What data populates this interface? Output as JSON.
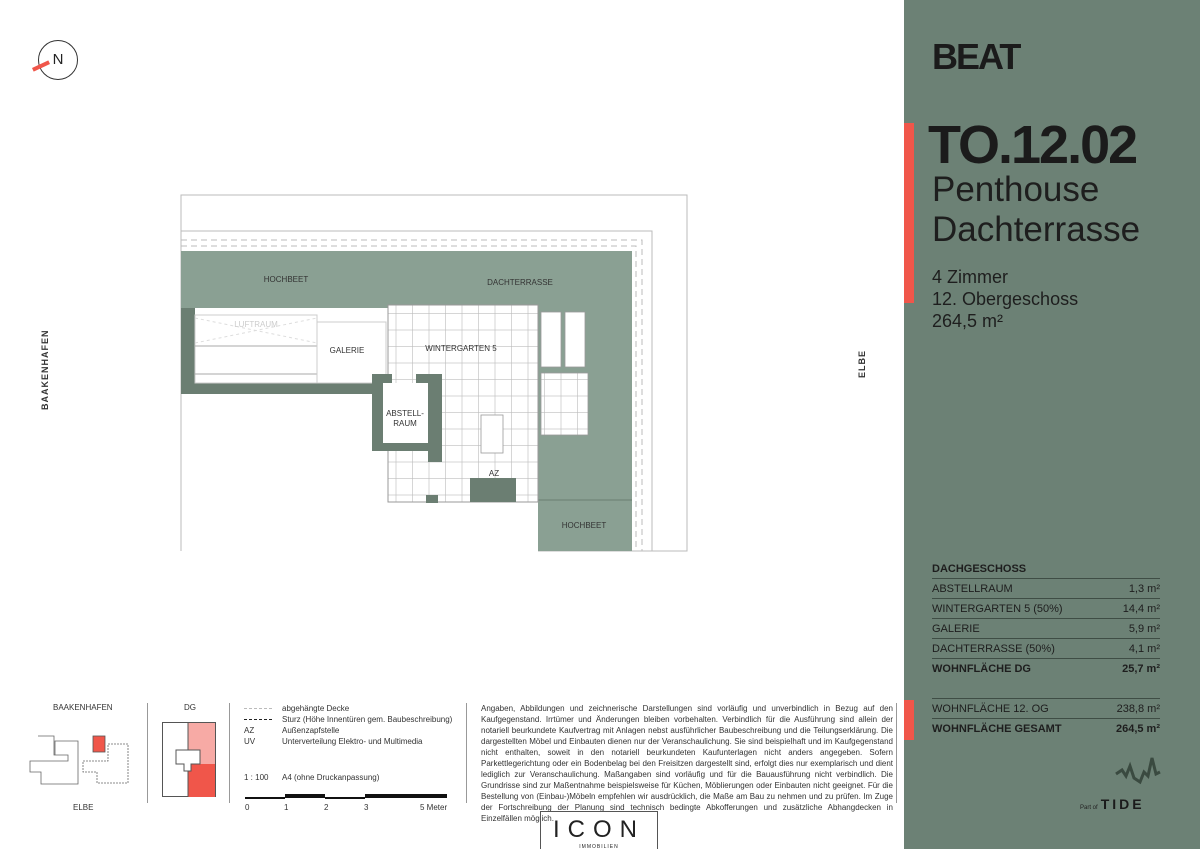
{
  "compass": {
    "label": "N"
  },
  "sides": {
    "left": "BAAKENHAFEN",
    "right": "ELBE"
  },
  "plan": {
    "rooms": {
      "hochbeet_top": "HOCHBEET",
      "dachterrasse": "DACHTERRASSE",
      "luftraum": "LUFTRAUM",
      "galerie": "GALERIE",
      "wintergarten": "WINTERGARTEN 5",
      "abstell_1": "ABSTELL-",
      "abstell_2": "RAUM",
      "az": "AZ",
      "hochbeet_bottom": "HOCHBEET"
    }
  },
  "panel": {
    "brand": "BEAT",
    "unit": "TO.12.02",
    "subtitle_1": "Penthouse",
    "subtitle_2": "Dachterrasse",
    "rooms_count": "4 Zimmer",
    "floor": "12. Obergeschoss",
    "area": "264,5 m²",
    "table": {
      "header": "DACHGESCHOSS",
      "rows": [
        {
          "label": "ABSTELLRAUM",
          "value": "1,3 m²"
        },
        {
          "label": "WINTERGARTEN 5 (50%)",
          "value": "14,4 m²"
        },
        {
          "label": "GALERIE",
          "value": "5,9 m²"
        },
        {
          "label": "DACHTERRASSE (50%)",
          "value": "4,1 m²"
        }
      ],
      "subtotal": {
        "label": "WOHNFLÄCHE DG",
        "value": "25,7 m²"
      },
      "floor_row": {
        "label": "WOHNFLÄCHE 12. OG",
        "value": "238,8 m²"
      },
      "total": {
        "label": "WOHNFLÄCHE GESAMT",
        "value": "264,5 m²"
      }
    },
    "partner": {
      "prefix": "Part of",
      "name": "TIDE"
    }
  },
  "keyplan": {
    "top": "BAAKENHAFEN",
    "bottom": "ELBE",
    "floor": "DG"
  },
  "legend": [
    {
      "key": "",
      "text": "abgehängte Decke"
    },
    {
      "key": "",
      "text": "Sturz (Höhe Innentüren gem. Baubeschreibung)"
    },
    {
      "key": "AZ",
      "text": "Außenzapfstelle"
    },
    {
      "key": "UV",
      "text": "Unterverteilung Elektro- und Multimedia"
    }
  ],
  "scale": {
    "ratio": "1 : 100",
    "paper": "A4 (ohne Druckanpassung)",
    "ticks": [
      "0",
      "1",
      "2",
      "3",
      "5 Meter"
    ]
  },
  "disclaimer": "Angaben, Abbildungen und zeichnerische Darstellungen sind vorläufig und unverbindlich in Bezug auf den Kaufgegenstand. Irrtümer und Änderungen bleiben vorbehalten. Verbindlich für die Ausführung sind allein der notariell beurkundete Kaufvertrag mit Anlagen nebst ausführlicher Baubeschreibung und die Teilungserklärung. Die dargestellten Möbel und Einbauten dienen nur der Veranschaulichung. Sie sind beispielhaft und im Kaufgegenstand nicht enthalten, soweit in den notariell beurkundeten Kaufunterlagen nicht anders angegeben. Sofern Parkettlegerichtung oder ein Bodenbelag bei den Freisitzen dargestellt sind, erfolgt dies nur exemplarisch und dient lediglich zur Veranschaulichung. Maßangaben sind vorläufig und für die Bauausführung nicht verbindlich. Die Grundrisse sind zur Maßentnahme beispielsweise für Küchen, Möblierungen oder Einbauten nicht geeignet. Für die Bestellung von (Einbau-)Möbeln empfehlen wir ausdrücklich, die Maße am Bau zu nehmen und zu prüfen. Im Zuge der Fortschreibung der Planung sind technisch bedingte Abkofferungen und zusätzliche Abhangdecken in Einzelfällen möglich.",
  "logo": {
    "name": "ICON",
    "sub": "IMMOBILIEN"
  },
  "colors": {
    "panel": "#6c8175",
    "accent": "#f0564a",
    "wall": "#6b7e72",
    "green": "#8aa093"
  }
}
